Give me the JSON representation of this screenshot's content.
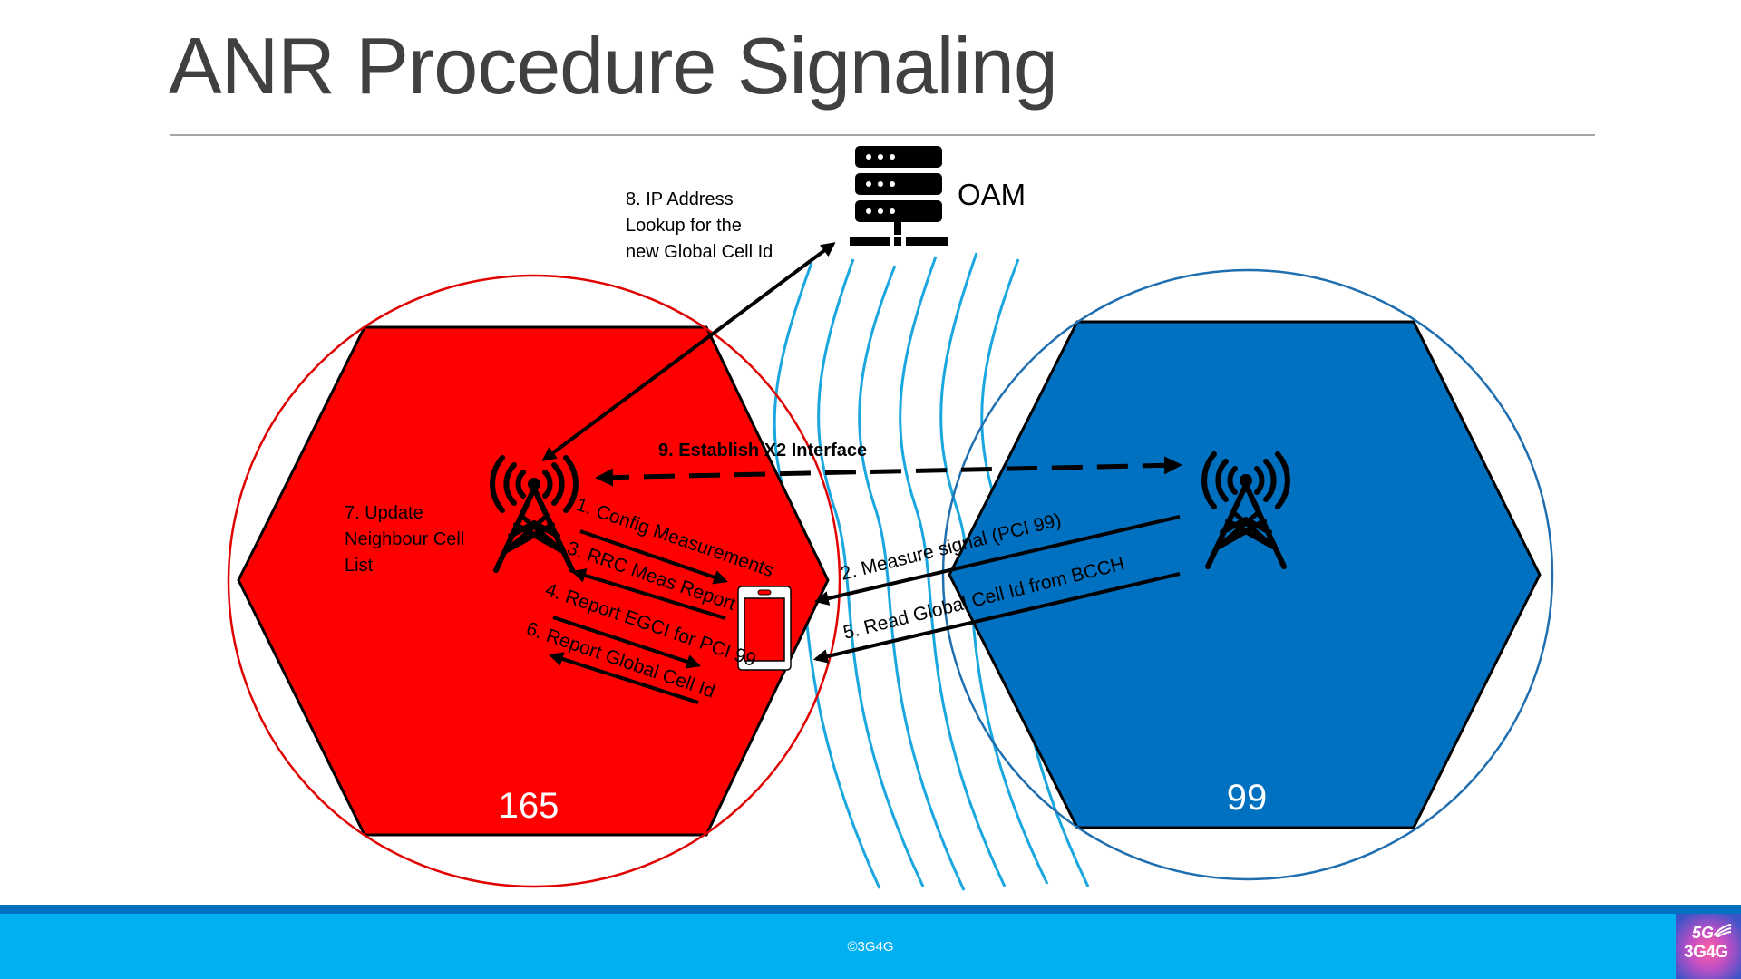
{
  "slide": {
    "title": "ANR Procedure Signaling"
  },
  "nodes": {
    "oam_label": "OAM",
    "serving_cell_id": "165",
    "neighbour_cell_id": "99"
  },
  "colors": {
    "serving_cell": "#ff0000",
    "neighbour_cell": "#0070c0",
    "serving_circle": "#e00000",
    "neighbour_circle": "#1f6fb0",
    "radio_waves": "#1aa7e0",
    "footer": "#00b0f0",
    "footer_strip": "#0070c0",
    "title_text": "#404040"
  },
  "steps": {
    "s1": "1. Config Measurements",
    "s2": "2. Measure signal (PCI 99)",
    "s3": "3. RRC Meas Report",
    "s4": "4. Report EGCI for PCI 99",
    "s5": "5. Read Global Cell Id from BCCH",
    "s6": "6. Report Global Cell Id",
    "s7_lines": [
      "7. Update",
      "Neighbour Cell",
      "List"
    ],
    "s8_lines": [
      "8. IP Address",
      "Lookup for the",
      "new Global Cell Id"
    ],
    "s9": "9. Establish X2 Interface"
  },
  "footer": {
    "copyright": "©3G4G",
    "logo_top": "5G",
    "logo_bottom": "3G4G"
  }
}
